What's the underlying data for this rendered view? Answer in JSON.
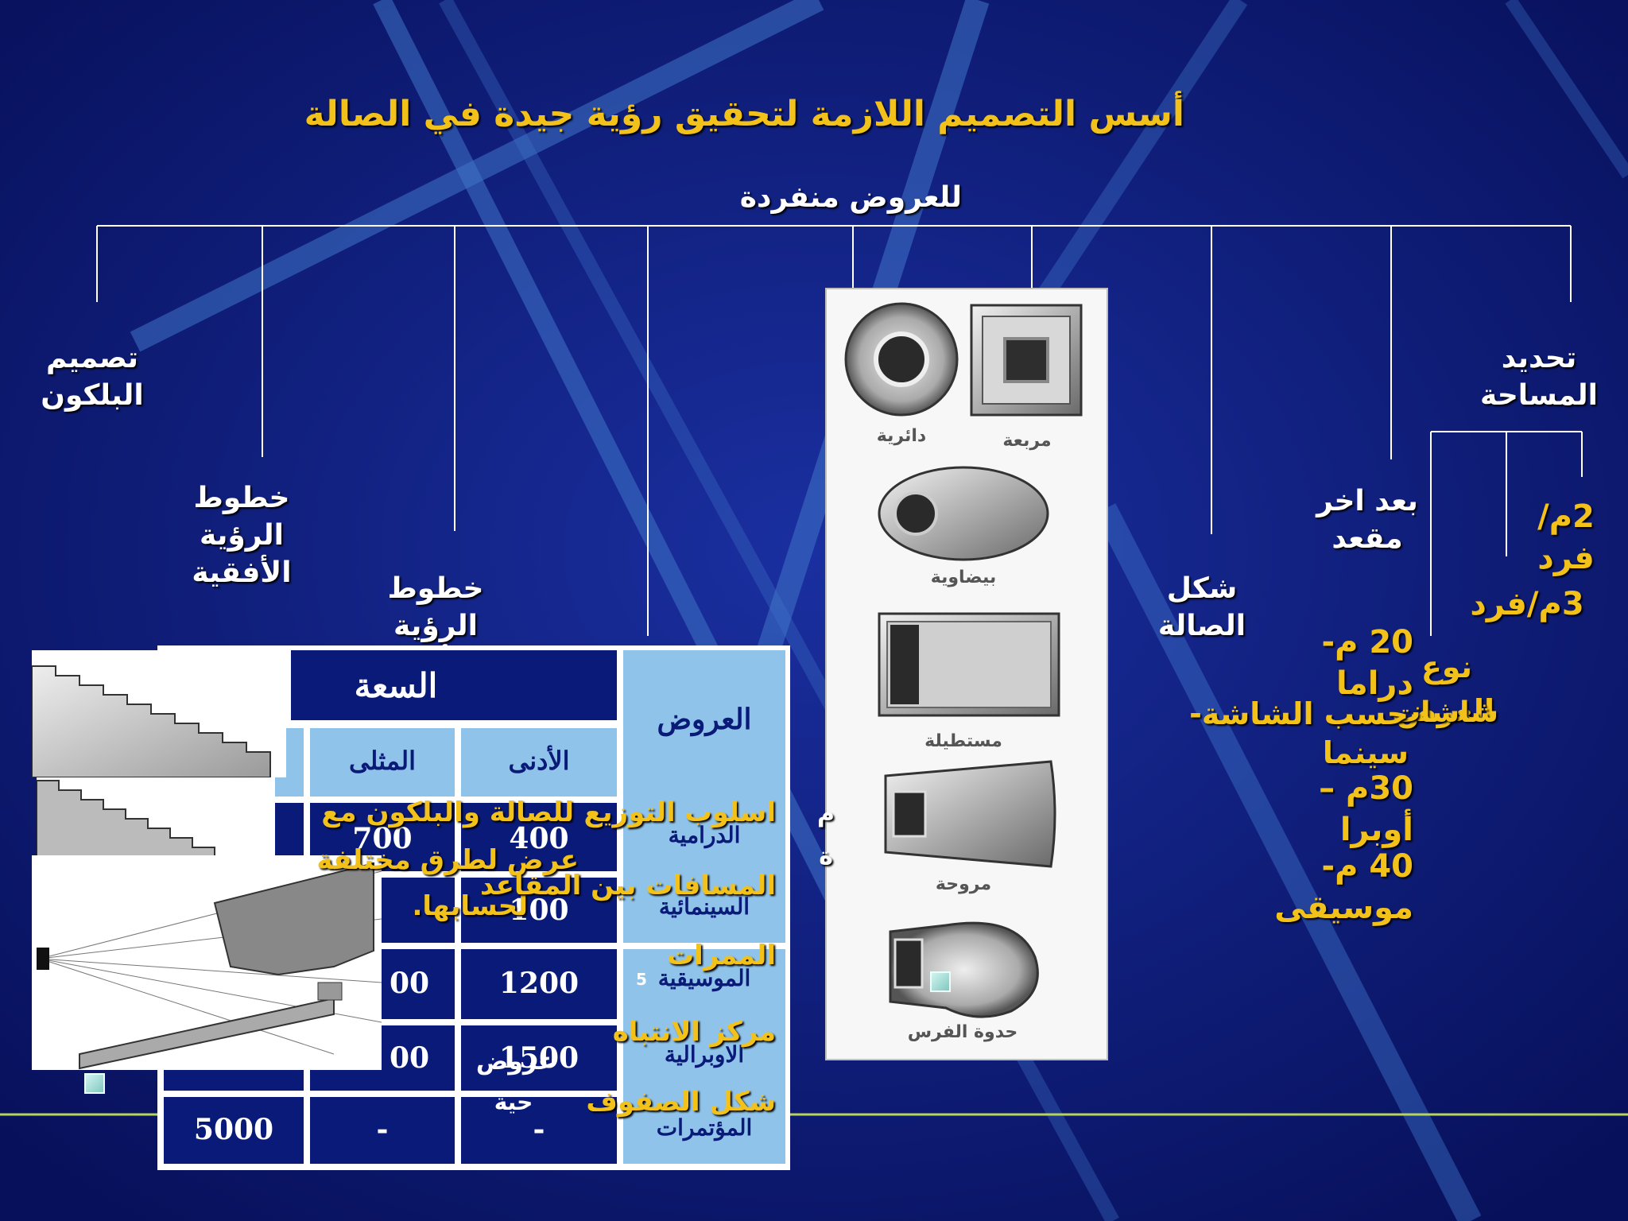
{
  "slide": {
    "title": "أسس التصميم اللازمة لتحقيق رؤية جيدة في الصالة",
    "subtitle": "للعروض منفردة",
    "branches": {
      "area": "تحديد المساحة",
      "last_seat": "بعد اخر مقعد",
      "hall_shape": "شكل الصالة",
      "vertical_sight": "خطوط الرؤية الرأسية",
      "horizontal_sight": "خطوط الرؤية الأفقية",
      "balcony": "تصميم البلكون"
    },
    "area_values": {
      "per_person_2": "2م/فرد",
      "per_person_3": "3م/فرد",
      "show_type": "نوع العرض"
    },
    "distances": {
      "drama": "20 م-دراما",
      "cinema": "حسب الشاشة-سينما",
      "cinema_prefix": "شاشات",
      "opera": "30م –أوبرا",
      "music": "40 م- موسيقى"
    },
    "hall_shapes": [
      "مربعة",
      "دائرية",
      "بيضاوية",
      "مستطيلة",
      "مروحة",
      "حدوة الفرس"
    ],
    "capacity_table": {
      "header_capacity": "السعة",
      "header_shows": "العروض",
      "header_min": "الأدنى",
      "header_ideal": "المثلى",
      "rows": [
        {
          "show": "الدرامية",
          "min": "400",
          "ideal": "700",
          "max": ""
        },
        {
          "show": "السينمائية",
          "min": "100",
          "ideal": "",
          "max": ""
        },
        {
          "show": "الموسيقية",
          "min": "1200",
          "ideal": "00",
          "max": ""
        },
        {
          "show": "الاوبرالية",
          "min": "1500",
          "ideal": "00",
          "max": ""
        },
        {
          "show": "المؤتمرات",
          "min": "-",
          "ideal": "-",
          "max": "5000"
        }
      ]
    },
    "overlay": {
      "dist_method": "اسلوب التوزيع",
      "hall_balcony": "للصالة والبلكون مع",
      "display_methods": "عرض لطرق مختلفة",
      "calc": "لحسابها.",
      "spacing": "المسافات بين المقاعد",
      "aisles": "الممرات",
      "focus": "مركز الانتباه",
      "rows": "شكل الصفوف",
      "live_a": "عروض",
      "live_b": "حية",
      "stray_m": "م",
      "stray_h": "ة",
      "stray_5": "5"
    },
    "colors": {
      "background": "#0c1a6e",
      "title": "#f2c21a",
      "text": "#ffffff",
      "table_header": "#0a1a78",
      "table_cell": "#8fc3ea"
    }
  }
}
